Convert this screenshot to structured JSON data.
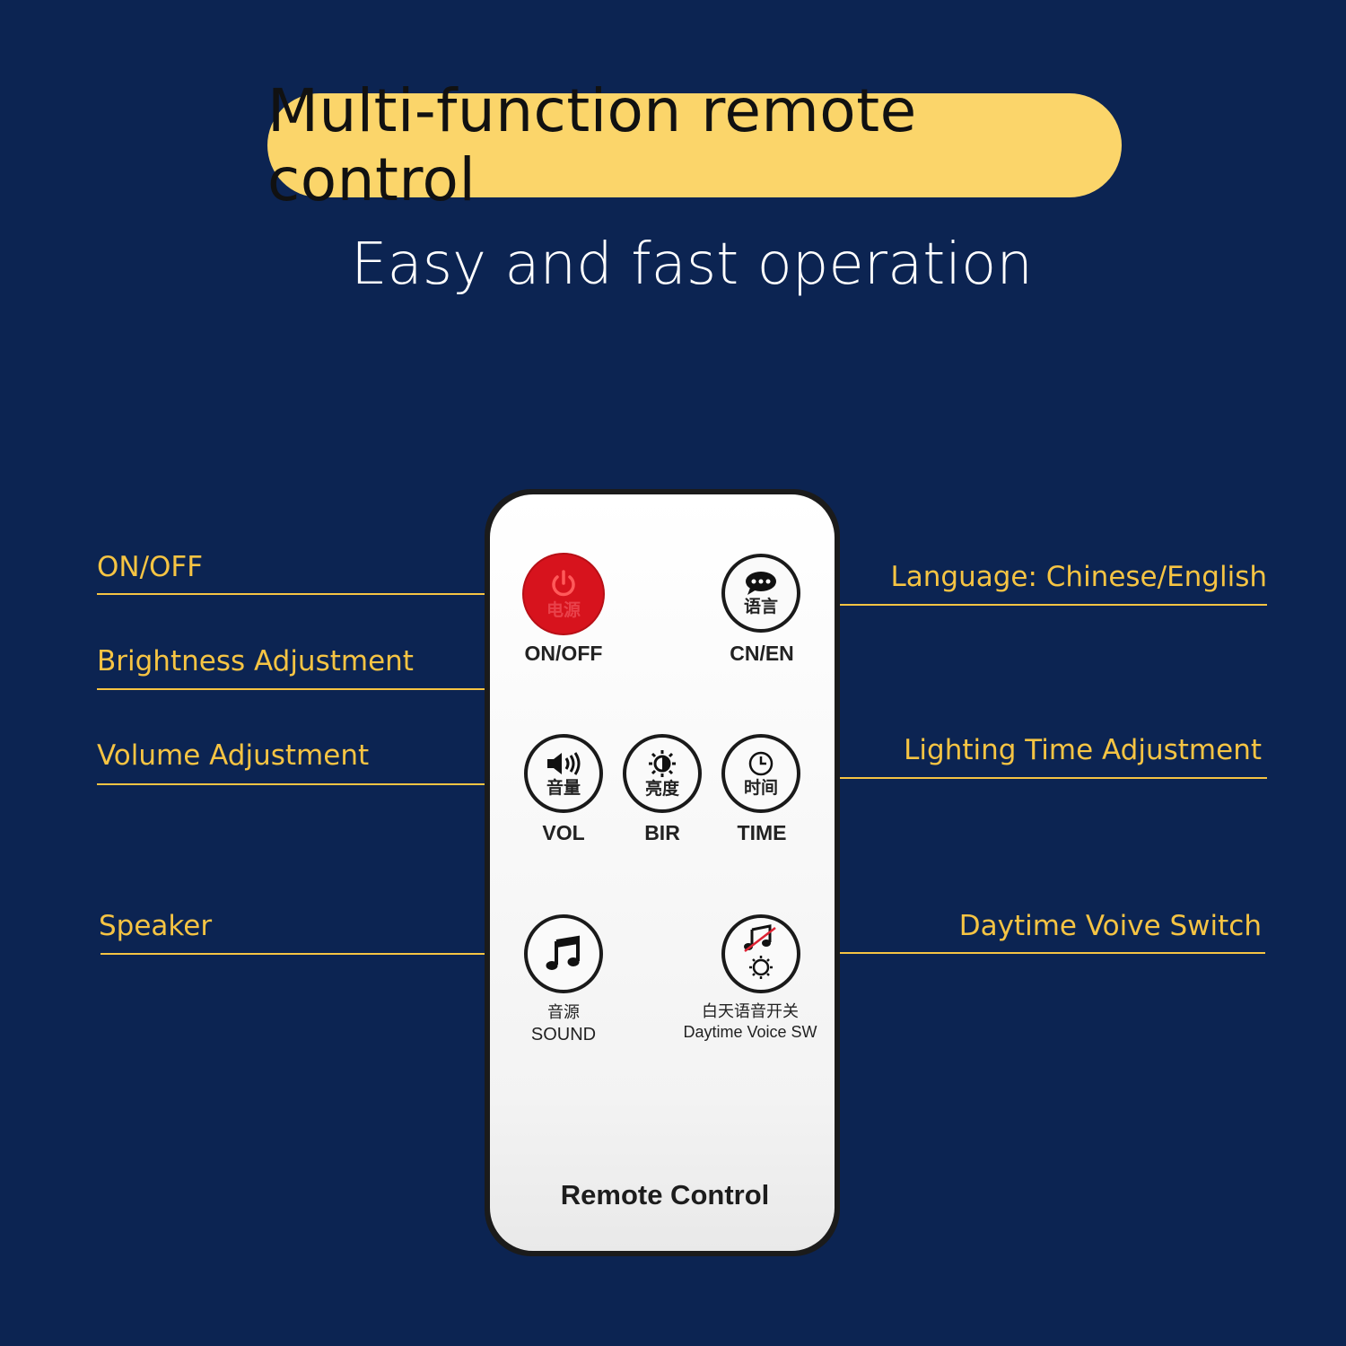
{
  "header": {
    "title": "Multi-function remote control",
    "subtitle": "Easy and fast operation"
  },
  "colors": {
    "background": "#0c2452",
    "accent": "#f6c443",
    "pill": "#fbd56a",
    "power_button": "#d7131d"
  },
  "callouts": {
    "on_off": "ON/OFF",
    "brightness": "Brightness Adjustment",
    "volume": "Volume Adjustment",
    "speaker": "Speaker",
    "language": "Language: Chinese/English",
    "lighting_time": "Lighting Time Adjustment",
    "daytime_voice": "Daytime Voive Switch"
  },
  "remote": {
    "buttons": {
      "power": {
        "cn": "电源",
        "label": "ON/OFF",
        "icon": "power-icon"
      },
      "language": {
        "cn": "语言",
        "label": "CN/EN",
        "icon": "chat-bubble-icon"
      },
      "volume": {
        "cn": "音量",
        "label": "VOL",
        "icon": "speaker-icon"
      },
      "brightness": {
        "cn": "亮度",
        "label": "BIR",
        "icon": "sun-icon"
      },
      "time": {
        "cn": "时间",
        "label": "TIME",
        "icon": "clock-icon"
      },
      "sound": {
        "cn": "音源",
        "label": "SOUND",
        "icon": "music-note-icon"
      },
      "daytime": {
        "cn": "白天语音开关",
        "label": "Daytime Voice SW",
        "icon": "mute-sun-icon"
      }
    },
    "brand": "Remote Control"
  }
}
